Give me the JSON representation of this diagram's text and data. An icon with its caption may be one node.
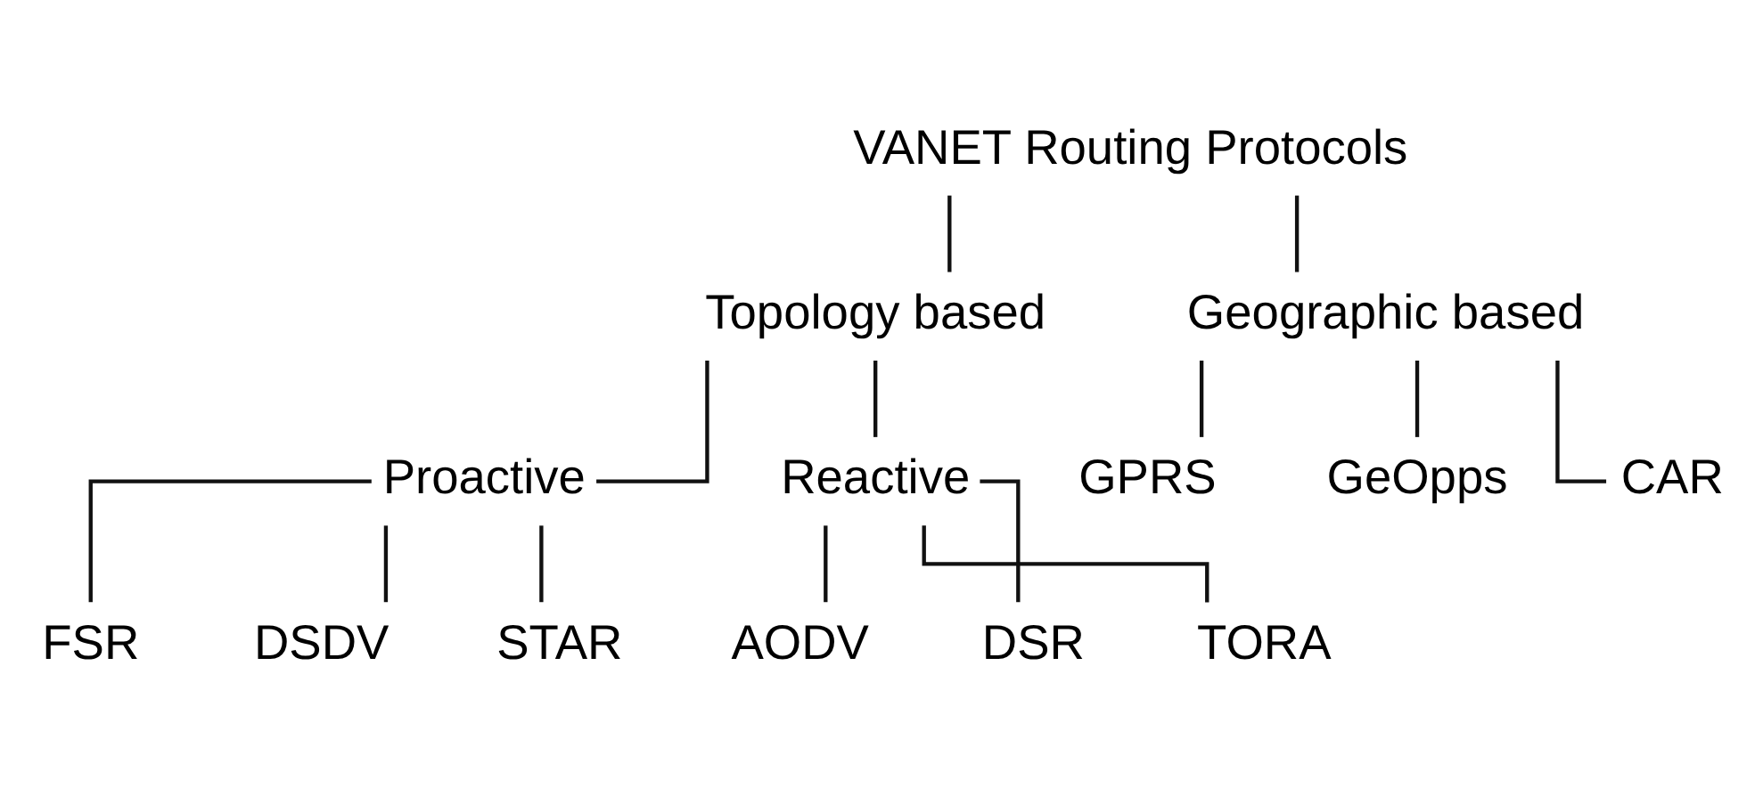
{
  "diagram": {
    "nodes": [
      {
        "text": [
          "VANET Routing Protocols"
        ]
      },
      {
        "text": [
          "Topology based"
        ]
      },
      {
        "text": [
          "Geographic based"
        ]
      },
      {
        "text": [
          "Proactive"
        ]
      },
      {
        "text": [
          "Reactive"
        ]
      },
      {
        "text": [
          "GPRS"
        ]
      },
      {
        "text": [
          "GeOpps"
        ]
      },
      {
        "text": [
          "CAR"
        ]
      },
      {
        "text": [
          "FSR"
        ]
      },
      {
        "text": [
          "DSDV"
        ]
      },
      {
        "text": [
          "STAR"
        ]
      },
      {
        "text": [
          "AODV"
        ]
      },
      {
        "text": [
          "DSR"
        ]
      },
      {
        "text": [
          "TORA"
        ]
      }
    ],
    "edges": [
      {
        "from": 0,
        "to": 1,
        "arrow": "none"
      },
      {
        "from": 0,
        "to": 2,
        "arrow": "none"
      },
      {
        "from": 1,
        "to": 3,
        "arrow": "none"
      },
      {
        "from": 1,
        "to": 4,
        "arrow": "none"
      },
      {
        "from": 2,
        "to": 5,
        "arrow": "none"
      },
      {
        "from": 2,
        "to": 6,
        "arrow": "none"
      },
      {
        "from": 2,
        "to": 7,
        "arrow": "none"
      },
      {
        "from": 3,
        "to": 8,
        "arrow": "none"
      },
      {
        "from": 3,
        "to": 9,
        "arrow": "none"
      },
      {
        "from": 3,
        "to": 10,
        "arrow": "none"
      },
      {
        "from": 4,
        "to": 11,
        "arrow": "none"
      },
      {
        "from": 4,
        "to": 12,
        "arrow": "none"
      },
      {
        "from": 4,
        "to": 13,
        "arrow": "none"
      }
    ]
  }
}
